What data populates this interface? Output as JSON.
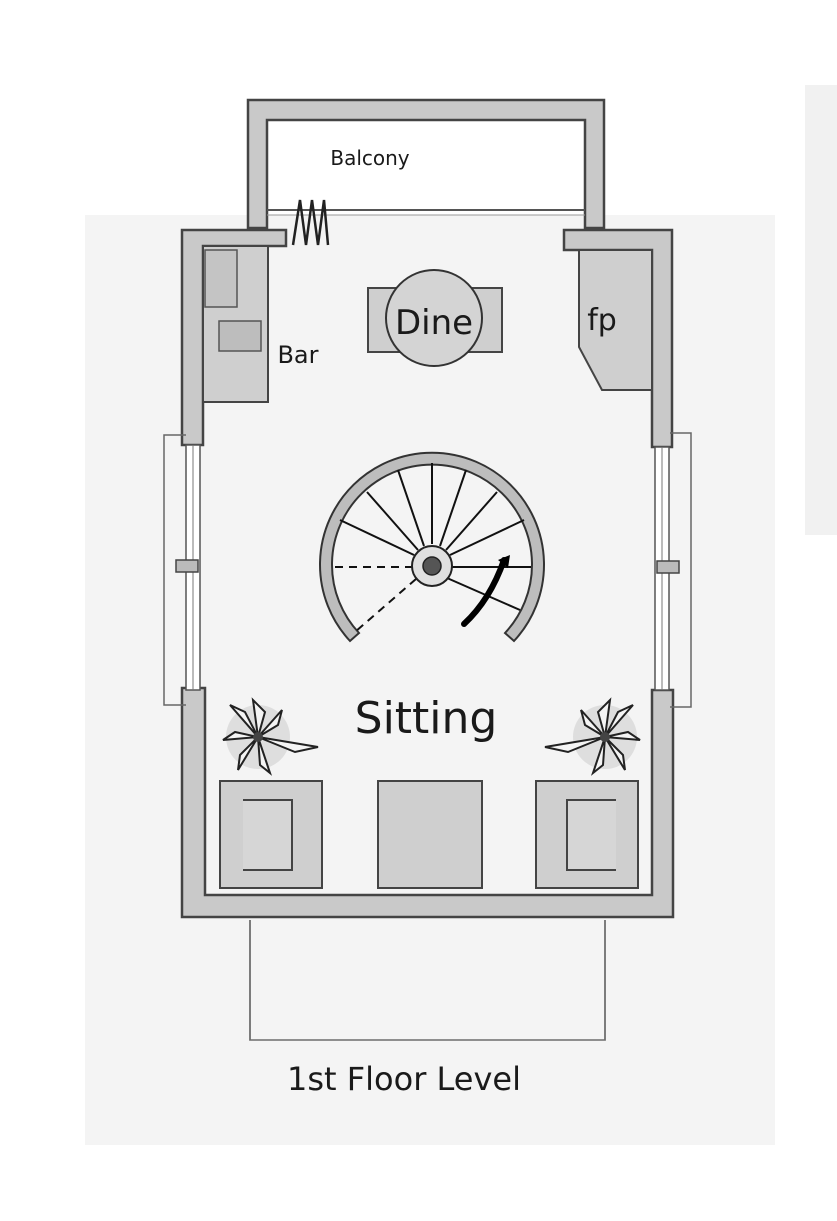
{
  "title": "1st Floor Level",
  "rooms": {
    "balcony": "Balcony",
    "bar": "Bar",
    "dine": "Dine",
    "fireplace": "fp",
    "sitting": "Sitting"
  },
  "icons": {
    "stairs": "spiral-staircase-icon",
    "plant": "potted-plant-icon",
    "ladder": "folding-ladder-icon"
  },
  "colors": {
    "wall": "#c9c9c9",
    "outline": "#444444",
    "background": "#ffffff"
  }
}
